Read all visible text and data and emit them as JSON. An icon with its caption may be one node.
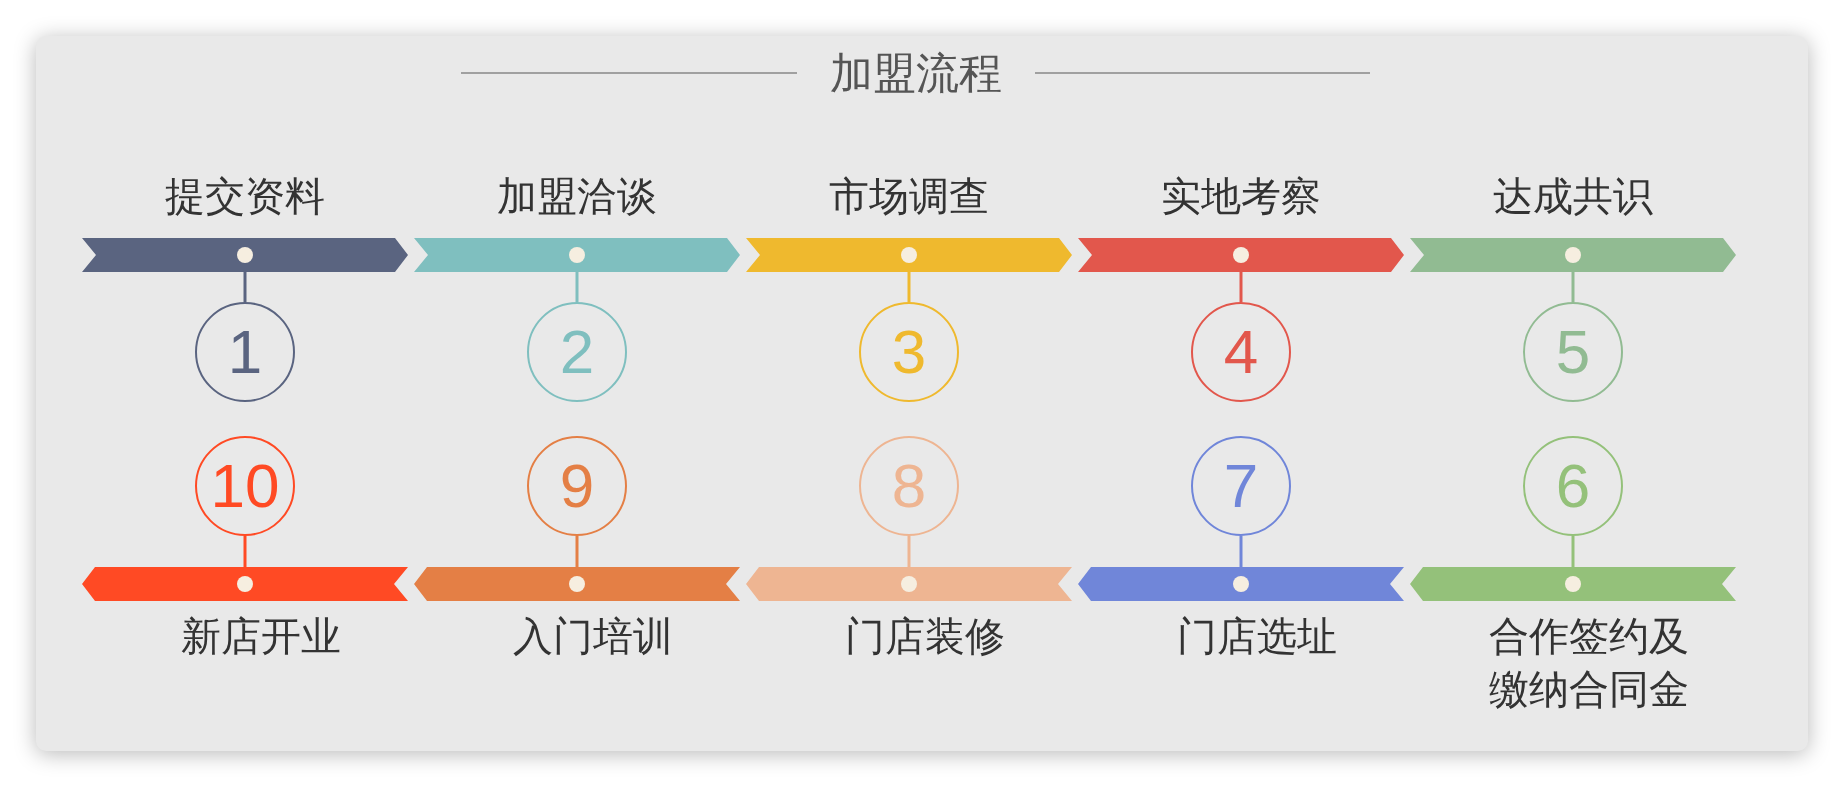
{
  "diagram": {
    "title": "加盟流程",
    "nodes": [
      {
        "text": [
          "提交资料"
        ]
      },
      {
        "text": [
          "加盟洽谈"
        ]
      },
      {
        "text": [
          "市场调查"
        ]
      },
      {
        "text": [
          "实地考察"
        ]
      },
      {
        "text": [
          "达成共识"
        ]
      },
      {
        "text": [
          "1"
        ]
      },
      {
        "text": [
          "2"
        ]
      },
      {
        "text": [
          "3"
        ]
      },
      {
        "text": [
          "4"
        ]
      },
      {
        "text": [
          "5"
        ]
      },
      {
        "text": [
          "10"
        ]
      },
      {
        "text": [
          "9"
        ]
      },
      {
        "text": [
          "8"
        ]
      },
      {
        "text": [
          "7"
        ]
      },
      {
        "text": [
          "6"
        ]
      },
      {
        "text": [
          "新店开业"
        ]
      },
      {
        "text": [
          "入门培训"
        ]
      },
      {
        "text": [
          "门店装修"
        ]
      },
      {
        "text": [
          "门店选址"
        ]
      },
      {
        "text": [
          "合作签约及缴纳合同金"
        ]
      }
    ],
    "edges": [
      {
        "from": 0,
        "to": 5,
        "arrow": "none",
        "color": "#5a6480"
      },
      {
        "from": 1,
        "to": 6,
        "arrow": "none",
        "color": "#7fbfbf"
      },
      {
        "from": 2,
        "to": 7,
        "arrow": "none",
        "color": "#efb92e"
      },
      {
        "from": 3,
        "to": 8,
        "arrow": "none",
        "color": "#e2574c"
      },
      {
        "from": 4,
        "to": 9,
        "arrow": "none",
        "color": "#91bb92"
      },
      {
        "from": 15,
        "to": 10,
        "arrow": "none",
        "color": "#ff4a24"
      },
      {
        "from": 16,
        "to": 11,
        "arrow": "none",
        "color": "#e47f45"
      },
      {
        "from": 17,
        "to": 12,
        "arrow": "none",
        "color": "#eeb592"
      },
      {
        "from": 18,
        "to": 13,
        "arrow": "none",
        "color": "#7086d9"
      },
      {
        "from": 19,
        "to": 14,
        "arrow": "none",
        "color": "#94c17a"
      }
    ]
  }
}
